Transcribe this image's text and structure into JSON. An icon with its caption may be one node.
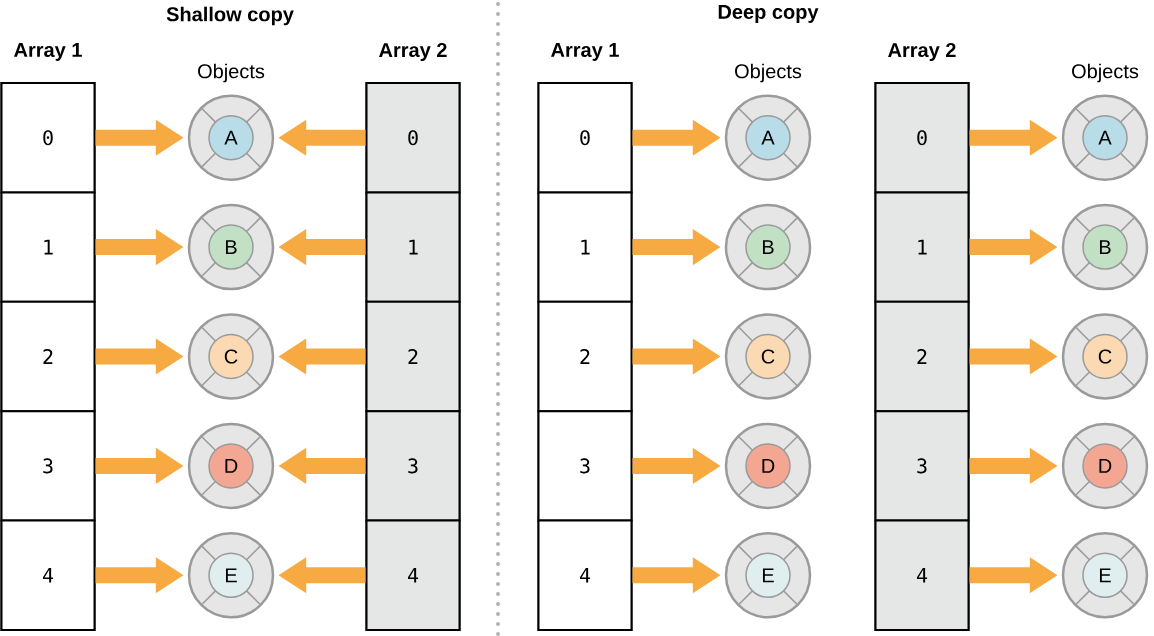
{
  "diagram": {
    "nodes": [
      {
        "text": [
          "Array 1"
        ]
      },
      {
        "text": [
          "0"
        ],
        "in": 0
      },
      {
        "text": [
          "1"
        ],
        "in": 0
      },
      {
        "text": [
          "2"
        ],
        "in": 0
      },
      {
        "text": [
          "3"
        ],
        "in": 0
      },
      {
        "text": [
          "4"
        ],
        "in": 0
      },
      {
        "text": [
          "A"
        ]
      },
      {
        "text": [
          "B"
        ]
      },
      {
        "text": [
          "C"
        ]
      },
      {
        "text": [
          "D"
        ]
      },
      {
        "text": [
          "E"
        ]
      },
      {
        "text": [
          "Array 2"
        ]
      },
      {
        "text": [
          "0"
        ],
        "in": 11
      },
      {
        "text": [
          "1"
        ],
        "in": 11
      },
      {
        "text": [
          "2"
        ],
        "in": 11
      },
      {
        "text": [
          "3"
        ],
        "in": 11
      },
      {
        "text": [
          "4"
        ],
        "in": 11
      },
      {
        "text": [
          "Array 1"
        ]
      },
      {
        "text": [
          "0"
        ],
        "in": 17
      },
      {
        "text": [
          "1"
        ],
        "in": 17
      },
      {
        "text": [
          "2"
        ],
        "in": 17
      },
      {
        "text": [
          "3"
        ],
        "in": 17
      },
      {
        "text": [
          "4"
        ],
        "in": 17
      },
      {
        "text": [
          "A"
        ]
      },
      {
        "text": [
          "B"
        ]
      },
      {
        "text": [
          "C"
        ]
      },
      {
        "text": [
          "D"
        ]
      },
      {
        "text": [
          "E"
        ]
      },
      {
        "text": [
          "Array 2"
        ]
      },
      {
        "text": [
          "0"
        ],
        "in": 28
      },
      {
        "text": [
          "1"
        ],
        "in": 28
      },
      {
        "text": [
          "2"
        ],
        "in": 28
      },
      {
        "text": [
          "3"
        ],
        "in": 28
      },
      {
        "text": [
          "4"
        ],
        "in": 28
      },
      {
        "text": [
          "A"
        ]
      },
      {
        "text": [
          "B"
        ]
      },
      {
        "text": [
          "C"
        ]
      },
      {
        "text": [
          "D"
        ]
      },
      {
        "text": [
          "E"
        ]
      }
    ],
    "edges": [
      {
        "from": 1,
        "to": 6,
        "arrow": "to"
      },
      {
        "from": 2,
        "to": 7,
        "arrow": "to"
      },
      {
        "from": 3,
        "to": 8,
        "arrow": "to"
      },
      {
        "from": 4,
        "to": 9,
        "arrow": "to"
      },
      {
        "from": 5,
        "to": 10,
        "arrow": "to"
      },
      {
        "from": 12,
        "to": 6,
        "arrow": "to"
      },
      {
        "from": 13,
        "to": 7,
        "arrow": "to"
      },
      {
        "from": 14,
        "to": 8,
        "arrow": "to"
      },
      {
        "from": 15,
        "to": 9,
        "arrow": "to"
      },
      {
        "from": 16,
        "to": 10,
        "arrow": "to"
      },
      {
        "from": 18,
        "to": 23,
        "arrow": "to"
      },
      {
        "from": 19,
        "to": 24,
        "arrow": "to"
      },
      {
        "from": 20,
        "to": 25,
        "arrow": "to"
      },
      {
        "from": 21,
        "to": 26,
        "arrow": "to"
      },
      {
        "from": 22,
        "to": 27,
        "arrow": "to"
      },
      {
        "from": 29,
        "to": 34,
        "arrow": "to"
      },
      {
        "from": 30,
        "to": 35,
        "arrow": "to"
      },
      {
        "from": 31,
        "to": 36,
        "arrow": "to"
      },
      {
        "from": 32,
        "to": 37,
        "arrow": "to"
      },
      {
        "from": 33,
        "to": 38,
        "arrow": "to"
      }
    ],
    "labels": [
      "Shallow copy",
      "Objects",
      "Deep copy",
      "Objects",
      "Objects"
    ]
  }
}
